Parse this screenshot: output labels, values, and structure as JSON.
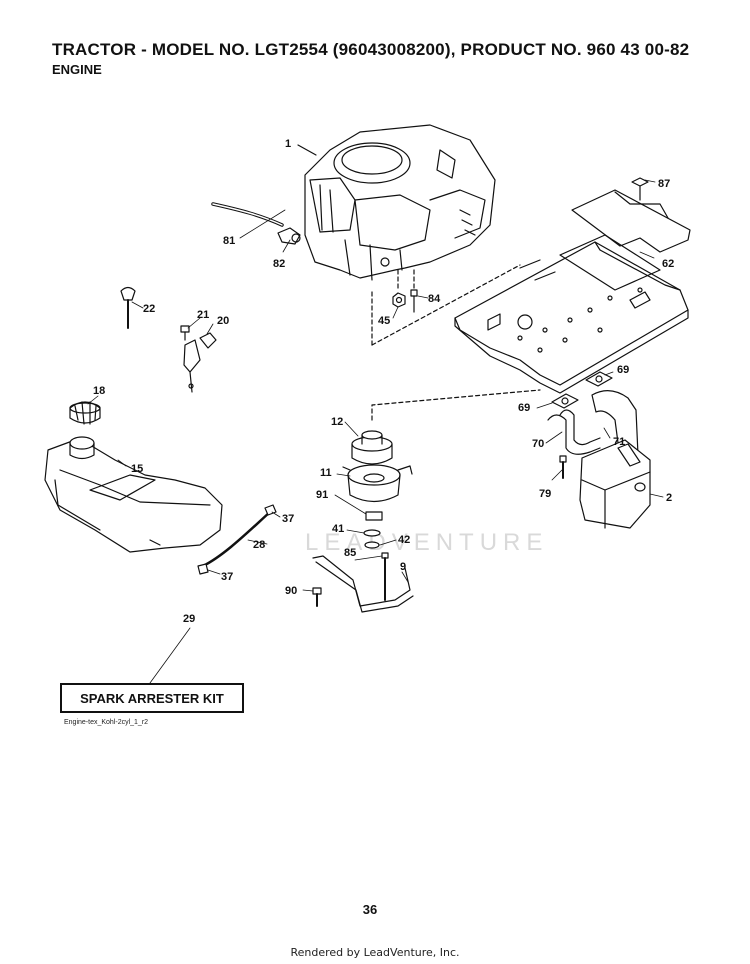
{
  "header": {
    "title": "TRACTOR - MODEL NO. LGT2554 (96043008200), PRODUCT NO. 960 43 00-82",
    "subtitle": "ENGINE"
  },
  "watermark": "LEADVENTURE",
  "callouts": [
    {
      "id": "c1",
      "text": "1"
    },
    {
      "id": "c87",
      "text": "87"
    },
    {
      "id": "c81",
      "text": "81"
    },
    {
      "id": "c82",
      "text": "82"
    },
    {
      "id": "c62",
      "text": "62"
    },
    {
      "id": "c84",
      "text": "84"
    },
    {
      "id": "c45",
      "text": "45"
    },
    {
      "id": "c22",
      "text": "22"
    },
    {
      "id": "c21",
      "text": "21"
    },
    {
      "id": "c20",
      "text": "20"
    },
    {
      "id": "c18",
      "text": "18"
    },
    {
      "id": "c12",
      "text": "12"
    },
    {
      "id": "c69a",
      "text": "69"
    },
    {
      "id": "c69b",
      "text": "69"
    },
    {
      "id": "c70",
      "text": "70"
    },
    {
      "id": "c71",
      "text": "71"
    },
    {
      "id": "c15",
      "text": "15"
    },
    {
      "id": "c11",
      "text": "11"
    },
    {
      "id": "c91",
      "text": "91"
    },
    {
      "id": "c79",
      "text": "79"
    },
    {
      "id": "c2",
      "text": "2"
    },
    {
      "id": "c37a",
      "text": "37"
    },
    {
      "id": "c41",
      "text": "41"
    },
    {
      "id": "c42",
      "text": "42"
    },
    {
      "id": "c28",
      "text": "28"
    },
    {
      "id": "c85",
      "text": "85"
    },
    {
      "id": "c9",
      "text": "9"
    },
    {
      "id": "c37b",
      "text": "37"
    },
    {
      "id": "c90",
      "text": "90"
    },
    {
      "id": "c29",
      "text": "29"
    }
  ],
  "kit_label": "SPARK ARRESTER KIT",
  "diagram_code": "Engine-tex_Kohl-2cyl_1_r2",
  "page_number": "36",
  "footer": "Rendered by LeadVenture, Inc."
}
